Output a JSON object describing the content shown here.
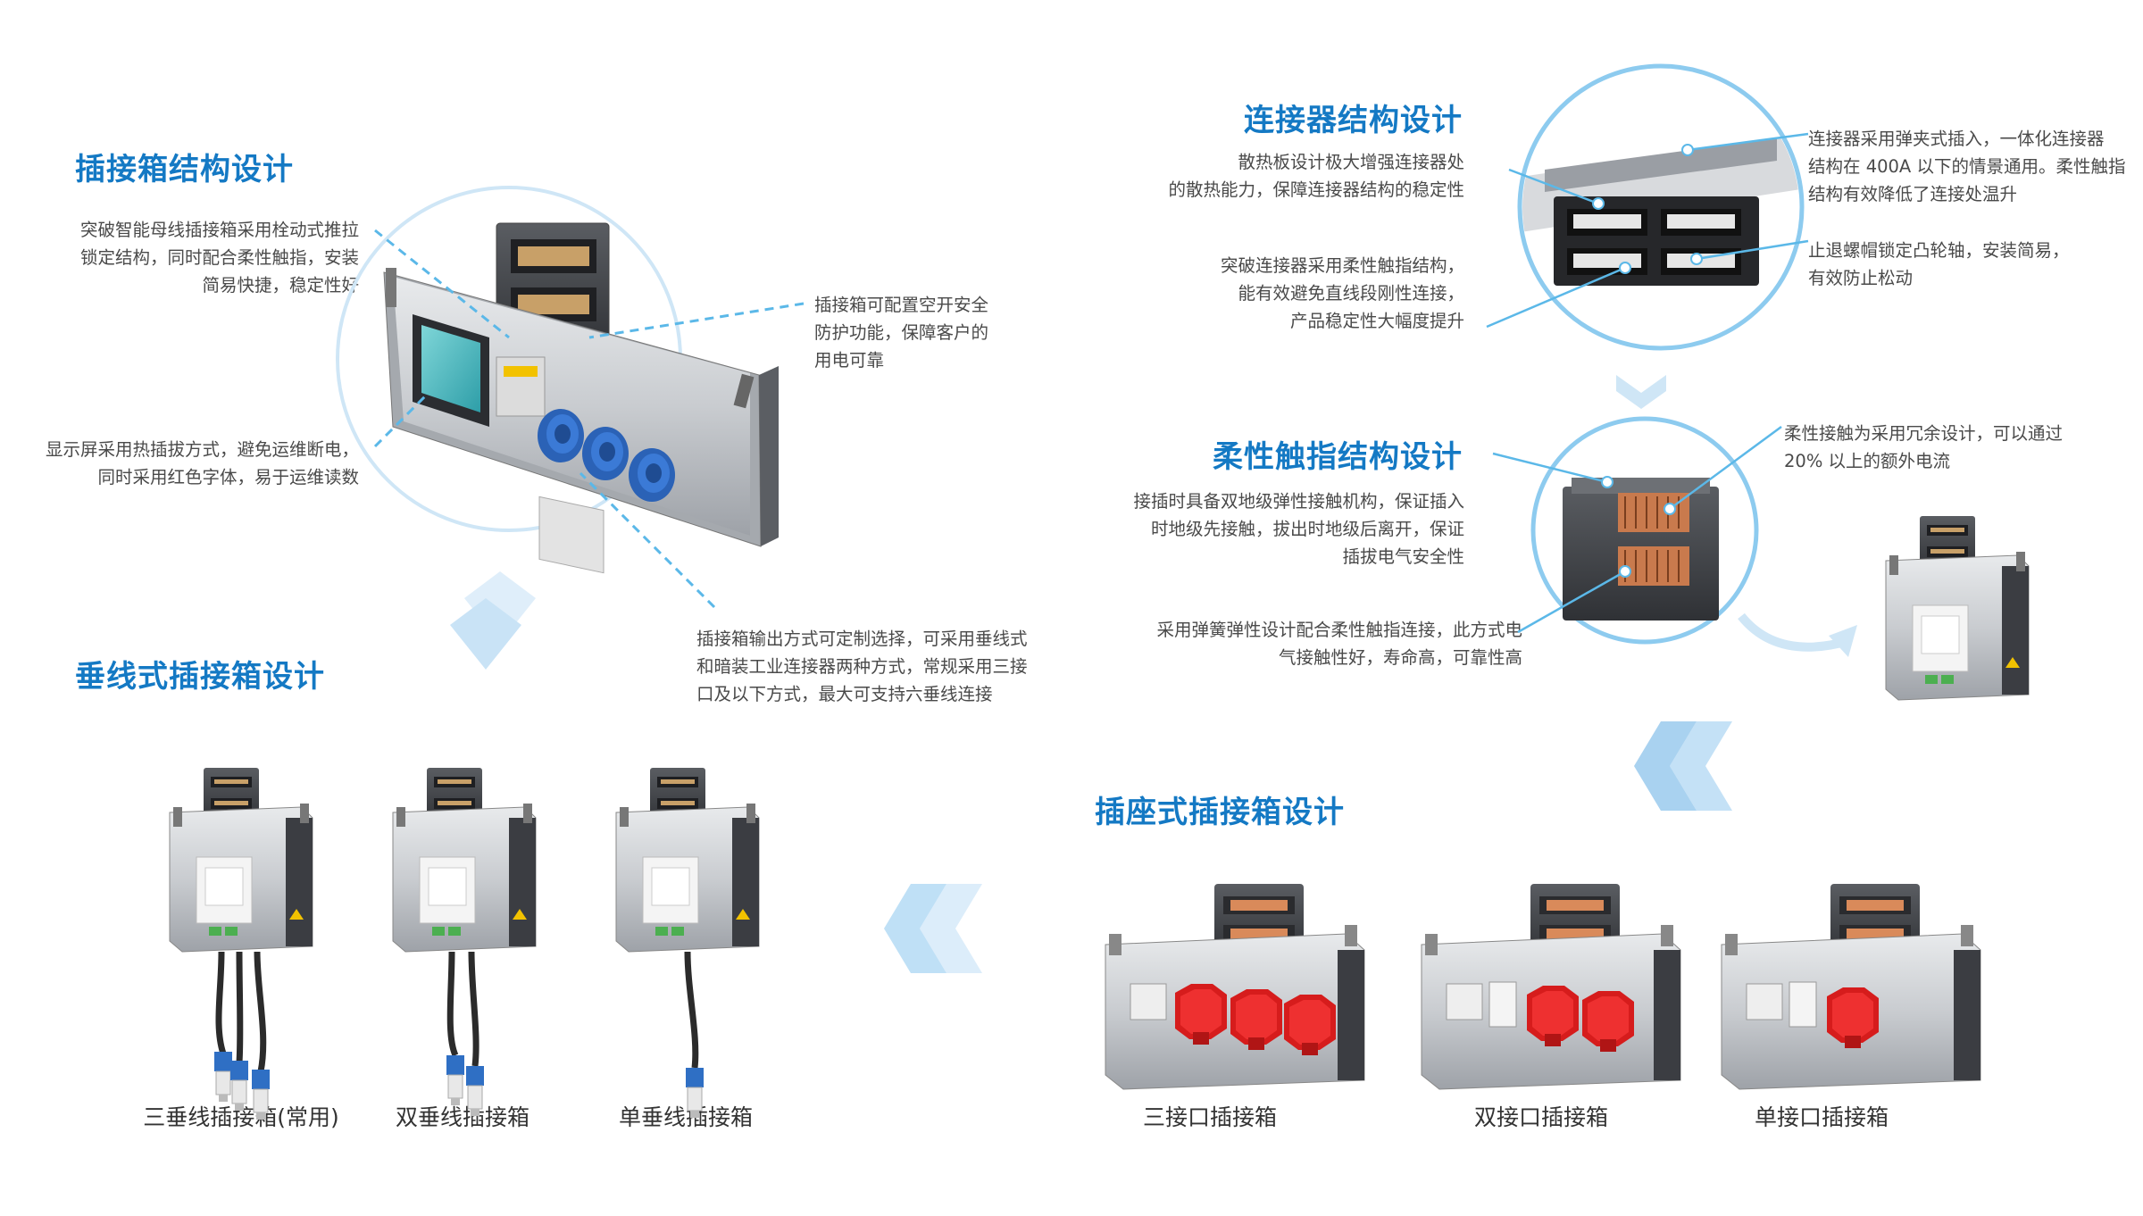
{
  "section1": {
    "title": "插接箱结构设计",
    "callouts": [
      [
        "突破智能母线插接箱采用栓动式推拉",
        "锁定结构，同时配合柔性触指，安装",
        "简易快捷，稳定性好"
      ],
      [
        "显示屏采用热插拔方式，避免运维断电，",
        "同时采用红色字体，易于运维读数"
      ],
      [
        "插接箱可配置空开安全",
        "防护功能，保障客户的",
        "用电可靠"
      ],
      [
        "插接箱输出方式可定制选择，可采用垂线式",
        "和暗装工业连接器两种方式，常规采用三接",
        "口及以下方式，最大可支持六垂线连接"
      ]
    ]
  },
  "section2": {
    "title": "连接器结构设计",
    "callouts": [
      [
        "散热板设计极大增强连接器处",
        "的散热能力，保障连接器结构的稳定性"
      ],
      [
        "突破连接器采用柔性触指结构，",
        "能有效避免直线段刚性连接，",
        "产品稳定性大幅度提升"
      ],
      [
        "连接器采用弹夹式插入，一体化连接器",
        "结构在 400A 以下的情景通用。柔性触指",
        "结构有效降低了连接处温升"
      ],
      [
        "止退螺帽锁定凸轮轴，安装简易，",
        "有效防止松动"
      ]
    ]
  },
  "section3": {
    "title": "柔性触指结构设计",
    "callouts": [
      [
        "接插时具备双地级弹性接触机构，保证插入",
        "时地级先接触，拔出时地级后离开，保证",
        "插拔电气安全性"
      ],
      [
        "采用弹簧弹性设计配合柔性触指连接，此方式电",
        "气接触性好，寿命高，可靠性高"
      ],
      [
        "柔性接触为采用冗余设计，可以通过",
        "20% 以上的额外电流"
      ]
    ]
  },
  "section4": {
    "title": "垂线式插接箱设计",
    "products": [
      "三垂线插接箱(常用)",
      "双垂线插接箱",
      "单垂线插接箱"
    ]
  },
  "section5": {
    "title": "插座式插接箱设计",
    "products": [
      "三接口插接箱",
      "双接口插接箱",
      "单接口插接箱"
    ]
  },
  "colors": {
    "accent": "#1479c4",
    "line": "#5bb8e8",
    "socket_blue": "#2f6fc4",
    "socket_red": "#e02020"
  }
}
